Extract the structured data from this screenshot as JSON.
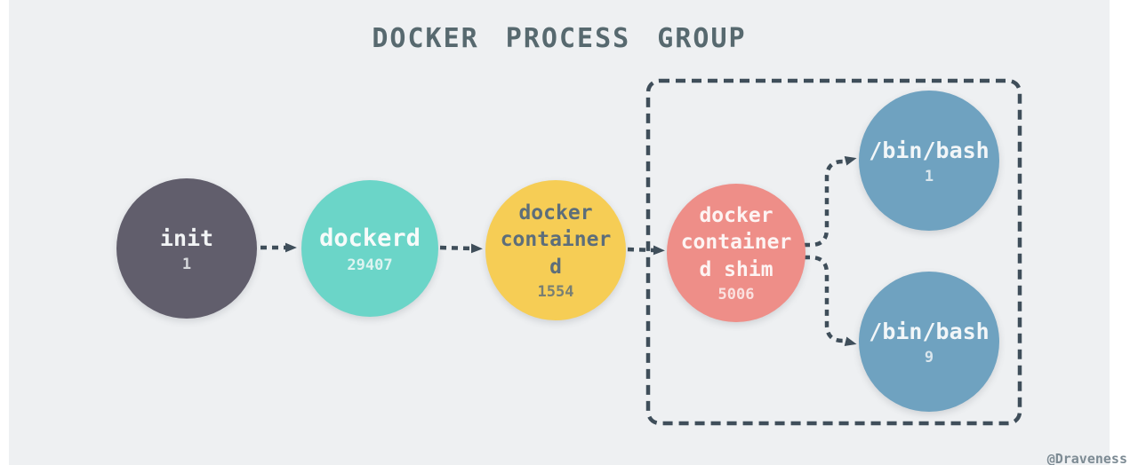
{
  "title": "DOCKER PROCESS GROUP",
  "watermark": "@Draveness",
  "colors": {
    "background": "#eef0f2",
    "page_margin": "#ffffff",
    "stroke": "#3f4e5a",
    "title_text": "#57696f",
    "node_init": "#615e6c",
    "node_dockerd": "#6bd5c8",
    "node_containerd": "#f6cd55",
    "node_shim": "#ee8e88",
    "node_bash": "#6fa2c0"
  },
  "nodes": [
    {
      "id": "init",
      "label": "init",
      "pid": "1"
    },
    {
      "id": "dockerd",
      "label": "dockerd",
      "pid": "29407"
    },
    {
      "id": "docker-containerd",
      "label": "docker containerd",
      "pid": "1554"
    },
    {
      "id": "docker-containerd-shim",
      "label": "docker containerd shim",
      "pid": "5006"
    },
    {
      "id": "bin-bash-1",
      "label": "/bin/bash",
      "pid": "1"
    },
    {
      "id": "bin-bash-9",
      "label": "/bin/bash",
      "pid": "9"
    }
  ],
  "edges": [
    {
      "from": "init",
      "to": "dockerd"
    },
    {
      "from": "dockerd",
      "to": "docker-containerd"
    },
    {
      "from": "docker-containerd",
      "to": "docker-containerd-shim"
    },
    {
      "from": "docker-containerd-shim",
      "to": "bin-bash-1"
    },
    {
      "from": "docker-containerd-shim",
      "to": "bin-bash-9"
    }
  ],
  "group_box": {
    "members": [
      "docker-containerd-shim",
      "bin-bash-1",
      "bin-bash-9"
    ],
    "style": "dashed"
  }
}
